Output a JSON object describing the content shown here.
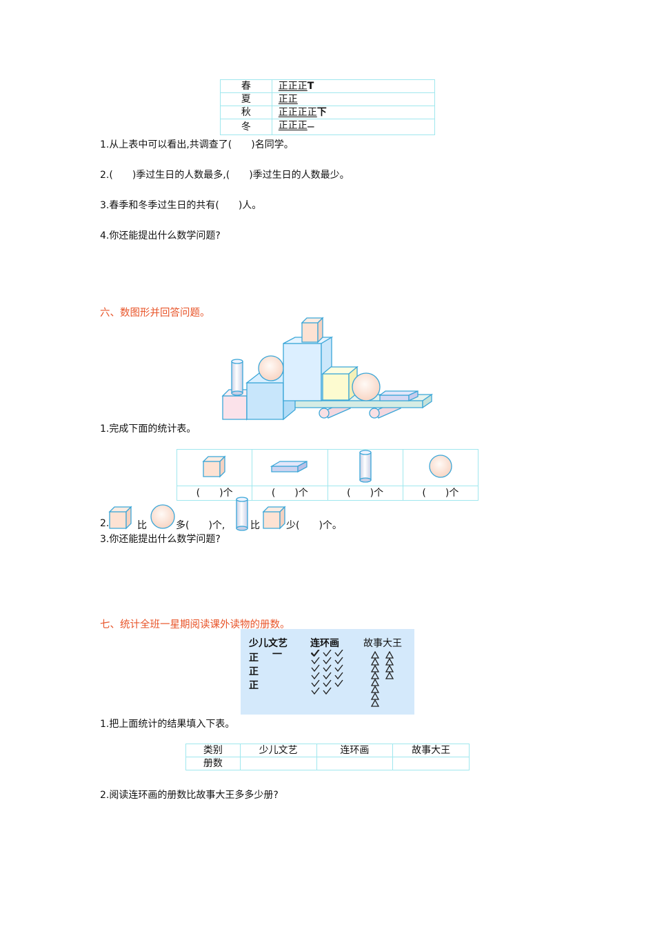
{
  "tally_table": {
    "rows": [
      {
        "season": "春",
        "marks": "正正正",
        "extra": "T"
      },
      {
        "season": "夏",
        "marks": "正正",
        "extra": ""
      },
      {
        "season": "秋",
        "marks": "正正正正",
        "extra": "下"
      },
      {
        "season": "冬",
        "marks": "正正正",
        "extra": "一"
      }
    ]
  },
  "section5_questions": [
    "1.从上表中可以看出,共调查了(　　)名同学。",
    "2.(　　)季过生日的人数最多,(　　)季过生日的人数最少。",
    "3.春季和冬季过生日的共有(　　)人。",
    "4.你还能提出什么数学问题?"
  ],
  "section6": {
    "title": "六、数图形并回答问题。",
    "q1": "1.完成下面的统计表。",
    "shape_table": {
      "shapes": [
        "cube-icon",
        "cuboid-icon",
        "cylinder-icon",
        "sphere-icon"
      ],
      "count_label": "(　　)个"
    },
    "q2": {
      "prefix": "2.",
      "bi": "比",
      "duo": "多(　　)个,",
      "bi2": "比",
      "shao": "少(　　)个。"
    },
    "q3": "3.你还能提出什么数学问题?"
  },
  "section7": {
    "title": "七、统计全班一星期阅读课外读物的册数。",
    "tally_card": {
      "columns": [
        {
          "label": "少儿文艺",
          "tally": [
            "正",
            "正",
            "正"
          ],
          "extra": "一"
        },
        {
          "label": "连环画",
          "check_columns": [
            6,
            6,
            5
          ],
          "mark": "✓"
        },
        {
          "label": "故事大王",
          "triangle_columns": [
            8,
            4
          ],
          "mark": "△"
        }
      ]
    },
    "q1": "1.把上面统计的结果填入下表。",
    "result_table": {
      "header": [
        "类别",
        "少儿文艺",
        "连环画",
        "故事大王"
      ],
      "row_label": "册数",
      "values": [
        "",
        "",
        ""
      ]
    },
    "q2": "2.阅读连环画的册数比故事大王多多少册?"
  }
}
